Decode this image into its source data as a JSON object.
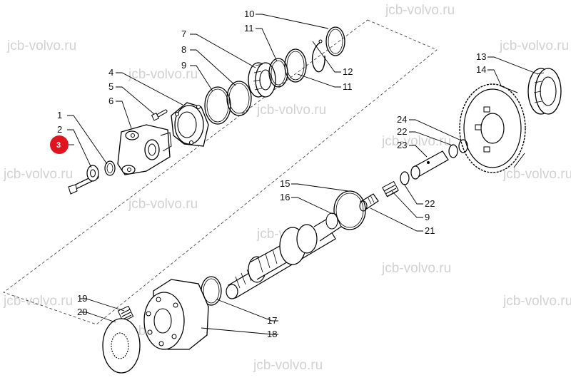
{
  "watermark": "jcb-volvo.ru",
  "highlight": {
    "number": "3",
    "color": "#e0141e"
  },
  "callouts": {
    "n1": "1",
    "n2": "2",
    "n4": "4",
    "n5": "5",
    "n6": "6",
    "n7": "7",
    "n8": "8",
    "n9a": "9",
    "n10": "10",
    "n11a": "11",
    "n11b": "11",
    "n12": "12",
    "n13": "13",
    "n14": "14",
    "n15": "15",
    "n16": "16",
    "n17": "17",
    "n18": "18",
    "n19": "19",
    "n20": "20",
    "n21": "21",
    "n22a": "22",
    "n22b": "22",
    "n23": "23",
    "n24": "24",
    "n9b": "9"
  }
}
